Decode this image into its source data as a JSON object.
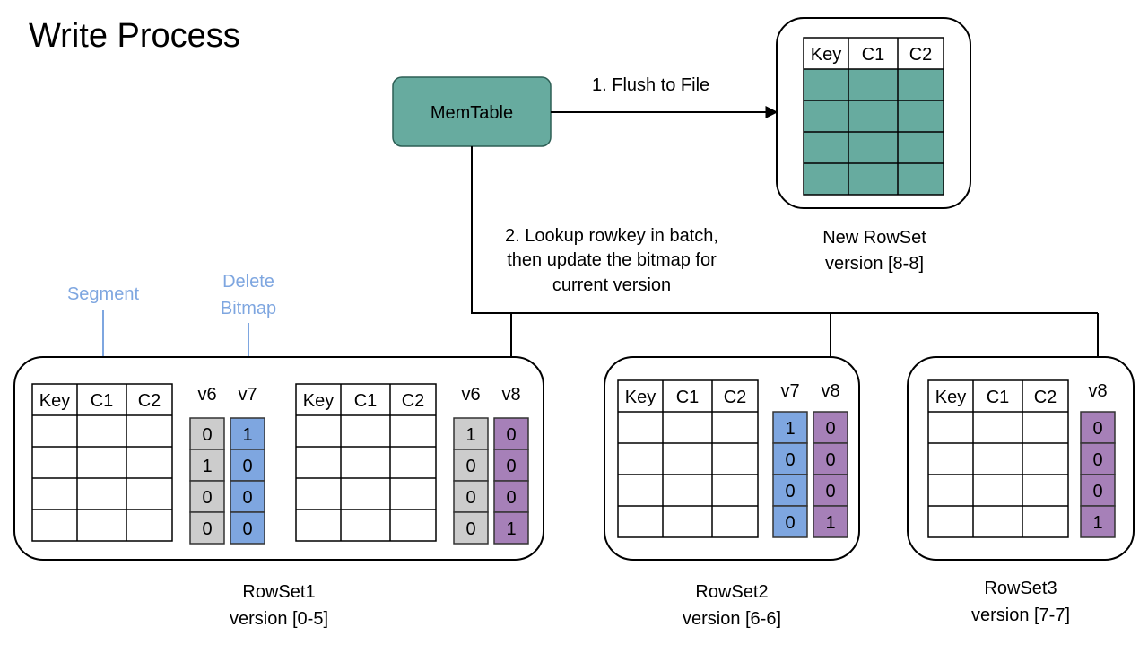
{
  "title": "Write Process",
  "memtable_label": "MemTable",
  "step1_label": "1. Flush to File",
  "step2_lines": [
    "2. Lookup rowkey in batch,",
    "then update the bitmap for",
    "current version"
  ],
  "segment_label": "Segment",
  "delete_bitmap_lines": [
    "Delete",
    "Bitmap"
  ],
  "columns": [
    "Key",
    "C1",
    "C2"
  ],
  "new_rowset": {
    "name": "New RowSet",
    "version": "version [8-8]"
  },
  "rowsets": [
    {
      "name": "RowSet1",
      "version": "version [0-5]",
      "segments": [
        {
          "bitmaps": [
            {
              "label": "v6",
              "color": "gray",
              "values": [
                "0",
                "1",
                "0",
                "0"
              ]
            },
            {
              "label": "v7",
              "color": "blue",
              "values": [
                "1",
                "0",
                "0",
                "0"
              ]
            }
          ]
        },
        {
          "bitmaps": [
            {
              "label": "v6",
              "color": "gray",
              "values": [
                "1",
                "0",
                "0",
                "0"
              ]
            },
            {
              "label": "v8",
              "color": "purple",
              "values": [
                "0",
                "0",
                "0",
                "1"
              ]
            }
          ]
        }
      ]
    },
    {
      "name": "RowSet2",
      "version": "version [6-6]",
      "segments": [
        {
          "bitmaps": [
            {
              "label": "v7",
              "color": "blue",
              "values": [
                "1",
                "0",
                "0",
                "0"
              ]
            },
            {
              "label": "v8",
              "color": "purple",
              "values": [
                "0",
                "0",
                "0",
                "1"
              ]
            }
          ]
        }
      ]
    },
    {
      "name": "RowSet3",
      "version": "version [7-7]",
      "segments": [
        {
          "bitmaps": [
            {
              "label": "v8",
              "color": "purple",
              "values": [
                "0",
                "0",
                "0",
                "1"
              ]
            }
          ]
        }
      ]
    }
  ],
  "colors": {
    "teal": "#67AB9F",
    "teal_stroke": "#2D5F55",
    "gray": "#CCCCCC",
    "blue": "#7EA6E0",
    "purple": "#A680B8",
    "annotation": "#7EA6E0",
    "line": "#000000"
  }
}
